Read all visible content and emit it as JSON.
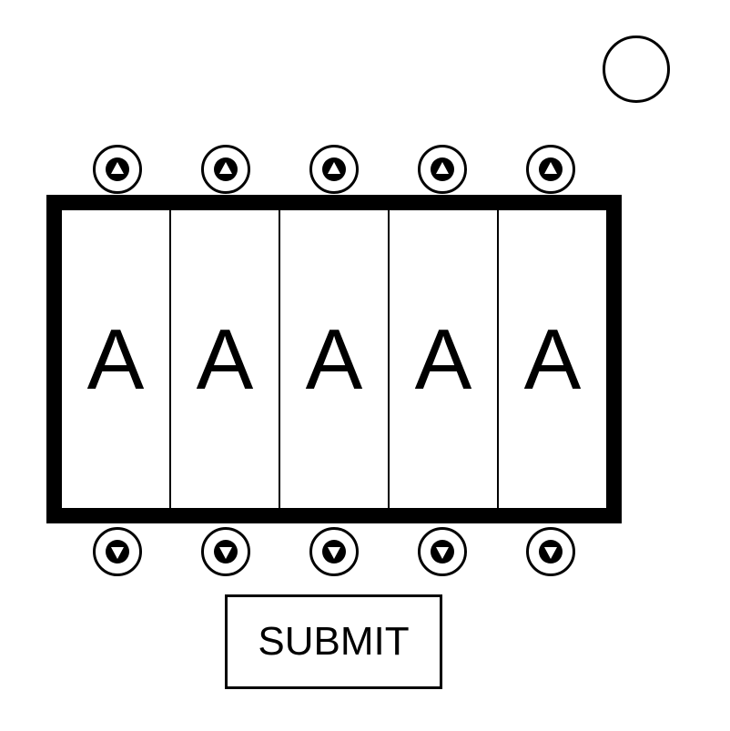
{
  "status_indicator": {
    "icon": "circle-icon"
  },
  "wheels": [
    {
      "letter": "A",
      "up_icon": "triangle-up-icon",
      "down_icon": "triangle-down-icon"
    },
    {
      "letter": "A",
      "up_icon": "triangle-up-icon",
      "down_icon": "triangle-down-icon"
    },
    {
      "letter": "A",
      "up_icon": "triangle-up-icon",
      "down_icon": "triangle-down-icon"
    },
    {
      "letter": "A",
      "up_icon": "triangle-up-icon",
      "down_icon": "triangle-down-icon"
    },
    {
      "letter": "A",
      "up_icon": "triangle-up-icon",
      "down_icon": "triangle-down-icon"
    }
  ],
  "submit": {
    "label": "SUBMIT"
  },
  "colors": {
    "foreground": "#000000",
    "background": "#ffffff"
  }
}
